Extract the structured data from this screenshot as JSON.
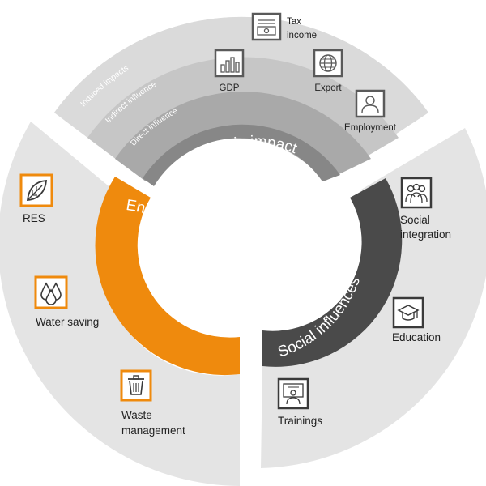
{
  "colors": {
    "outer_sector": "#e4e4e4",
    "induced_ring": "#dadada",
    "indirect_ring": "#c6c6c6",
    "direct_ring": "#a9a9a9",
    "economic_ring": "#878787",
    "environmental_ring": "#ef8a0d",
    "social_ring": "#4a4a4a",
    "icon_economic": "#5a5a5a",
    "icon_environmental": "#ef8a0d"
  },
  "sectors": {
    "economic": {
      "title": "Economic impact",
      "rings": {
        "induced": "Induced impacts",
        "indirect": "Indirect influence",
        "direct": "Direct influence"
      },
      "items": [
        {
          "label": "GDP",
          "icon": "bar-chart-icon"
        },
        {
          "label_line1": "Tax",
          "label_line2": "income",
          "icon": "banknote-icon"
        },
        {
          "label": "Export",
          "icon": "globe-icon"
        },
        {
          "label": "Employment",
          "icon": "person-icon"
        }
      ]
    },
    "environmental": {
      "title": "Environmental impacts",
      "items": [
        {
          "label": "RES",
          "icon": "leaf-icon"
        },
        {
          "label": "Water saving",
          "icon": "water-drops-icon"
        },
        {
          "label_line1": "Waste",
          "label_line2": "management",
          "icon": "trash-bin-icon"
        }
      ]
    },
    "social": {
      "title": "Social influences",
      "items": [
        {
          "label_line1": "Social",
          "label_line2": "integration",
          "icon": "group-icon"
        },
        {
          "label": "Education",
          "icon": "graduation-cap-icon"
        },
        {
          "label": "Trainings",
          "icon": "presenter-icon"
        }
      ]
    }
  }
}
